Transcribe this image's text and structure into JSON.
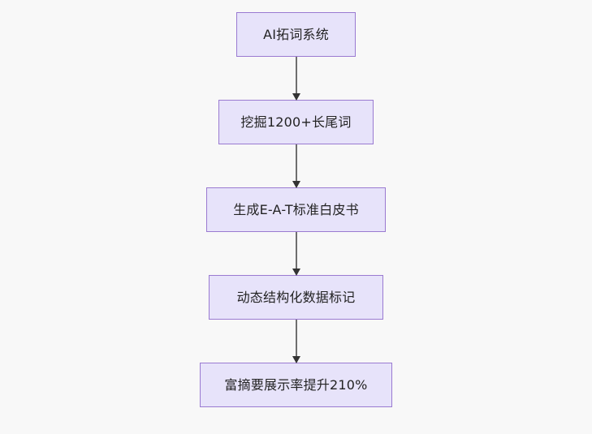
{
  "diagram": {
    "type": "flowchart",
    "direction": "top-to-bottom",
    "background_color": "#f8f8f8",
    "node_fill_color": "#e7e3fa",
    "node_border_color": "#9a7ad1",
    "node_text_color": "#232323",
    "connector_color": "#6f6f6f",
    "arrowhead_color": "#333333",
    "nodes": [
      {
        "id": "node-1",
        "label": "AI拓词系统"
      },
      {
        "id": "node-2",
        "label": "挖掘1200+长尾词"
      },
      {
        "id": "node-3",
        "label": "生成E-A-T标准白皮书"
      },
      {
        "id": "node-4",
        "label": "动态结构化数据标记"
      },
      {
        "id": "node-5",
        "label": "富摘要展示率提升210%"
      }
    ],
    "edges": [
      {
        "from": "node-1",
        "to": "node-2"
      },
      {
        "from": "node-2",
        "to": "node-3"
      },
      {
        "from": "node-3",
        "to": "node-4"
      },
      {
        "from": "node-4",
        "to": "node-5"
      }
    ]
  }
}
